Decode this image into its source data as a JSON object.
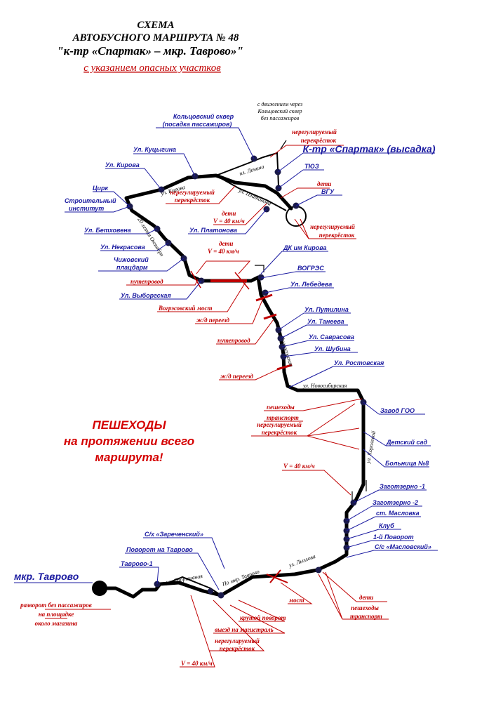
{
  "title": {
    "line1": "СХЕМА",
    "line2": "АВТОБУСНОГО МАРШРУТА № 48",
    "line3": "\"к-тр «Спартак» – мкр. Таврово»\"",
    "subtitle": "с указанием опасных участков"
  },
  "note": {
    "line1": "с движением через",
    "line2": "Кольцовский сквер",
    "line3": "без пассажиров"
  },
  "stops": {
    "koltsovsky_1": "Кольцовский сквер",
    "koltsovsky_2": "(посадка пассажиров)",
    "spartak": "К-тр «Спартак» (высадка)",
    "tyuz": "ТЮЗ",
    "vgu": "ВГУ",
    "kutsygina": "Ул. Куцыгина",
    "kirova": "Ул. Кирова",
    "tsirk": "Цирк",
    "stroit_1": "Строительный",
    "stroit_2": "институт",
    "betkhovena": "Ул. Бетховена",
    "nekrasova": "Ул. Некрасова",
    "chizh_1": "Чижовский",
    "chizh_2": "плацдарм",
    "vyborgskaya": "Ул. Выборгская",
    "platonova": "Ул. Платонова",
    "dk_kirova": "ДК им Кирова",
    "vogres": "ВОГРЭС",
    "lebedeva": "Ул. Лебедева",
    "putilina": "Ул. Путилина",
    "taneeva": "Ул. Танеева",
    "savrasova": "Ул. Саврасова",
    "shubina": "Ул. Шубина",
    "rostovskaya": "Ул. Ростовская",
    "zavod_goo": "Завод ГОО",
    "detsad": "Детский сад",
    "bolnitsa": "Больница №8",
    "zagotzerno1": "Заготзерно -1",
    "zagotzerno2": "Заготзерно -2",
    "maslovka": "ст. Масловка",
    "klub": "Клуб",
    "povorot1": "1-й Поворот",
    "ss_maslovsky": "С/с «Масловский»",
    "sh_zarechensky": "С/х «Зареченский»",
    "povorot_tavrovo": "Поворот на Таврово",
    "tavrovo1": "Таврово-1",
    "mkr_tavrovo": "мкр. Таврово"
  },
  "hazards": {
    "nereg_top_1": "нерегулируемый",
    "nereg_top_2": "перекрёсток",
    "deti_top": "дети",
    "nereg_vgu_1": "нерегулируемый",
    "nereg_vgu_2": "перекрёсток",
    "nereg_kirov_1": "нерегулируемый",
    "nereg_kirov_2": "перекрёсток",
    "deti_plat": "дети",
    "v40_plat": "V = 40 км/ч",
    "deti_chizh": "дети",
    "v40_chizh": "V = 40 км/ч",
    "puteprovod_1": "путепровод",
    "vogres_most": "Вогрэсовский мост",
    "zhd_1": "ж/д переезд",
    "puteprovod_2": "путепровод",
    "zhd_2": "ж/д переезд",
    "peshekhody": "пешеходы",
    "transport": "транспорт",
    "nereg_mid_1": "нерегулируемый",
    "nereg_mid_2": "перекрёсток",
    "v40_mid": "V = 40 км/ч",
    "deti_low": "дети",
    "most": "мост",
    "krutoy": "крутой поворот",
    "vyezd": "выезд на магистраль",
    "nereg_low_1": "нерегулируемый",
    "nereg_low_2": "перекрёсток",
    "v40_low": "V = 40 км/ч",
    "pesh_low": "пешеходы",
    "trans_low": "транспорт",
    "razvorot_1": "разворот без пассажиров",
    "razvorot_2": "на площадке",
    "razvorot_3": "около магазина"
  },
  "streets": {
    "lenina": "пл. Ленина",
    "kirova_st": "ул. Кирова",
    "platonova_st": "ул. Платонова",
    "let_20": "20 летия Октября",
    "vogres_st": "ул. Вогрэсовская",
    "novosibirskaya": "ул. Новосибирская",
    "korolkovoy": "ул. Королевой",
    "lyzlova": "ул. Лызлова",
    "tavrovo_street": "По мкр. Таврово",
    "ul_sport": "ул. Спортивная"
  },
  "banner": {
    "line1": "ПЕШЕХОДЫ",
    "line2": "на протяжении всего",
    "line3": "маршрута!"
  },
  "colors": {
    "blue": "#1a1aa0",
    "red": "#c00000",
    "route": "#000000"
  }
}
